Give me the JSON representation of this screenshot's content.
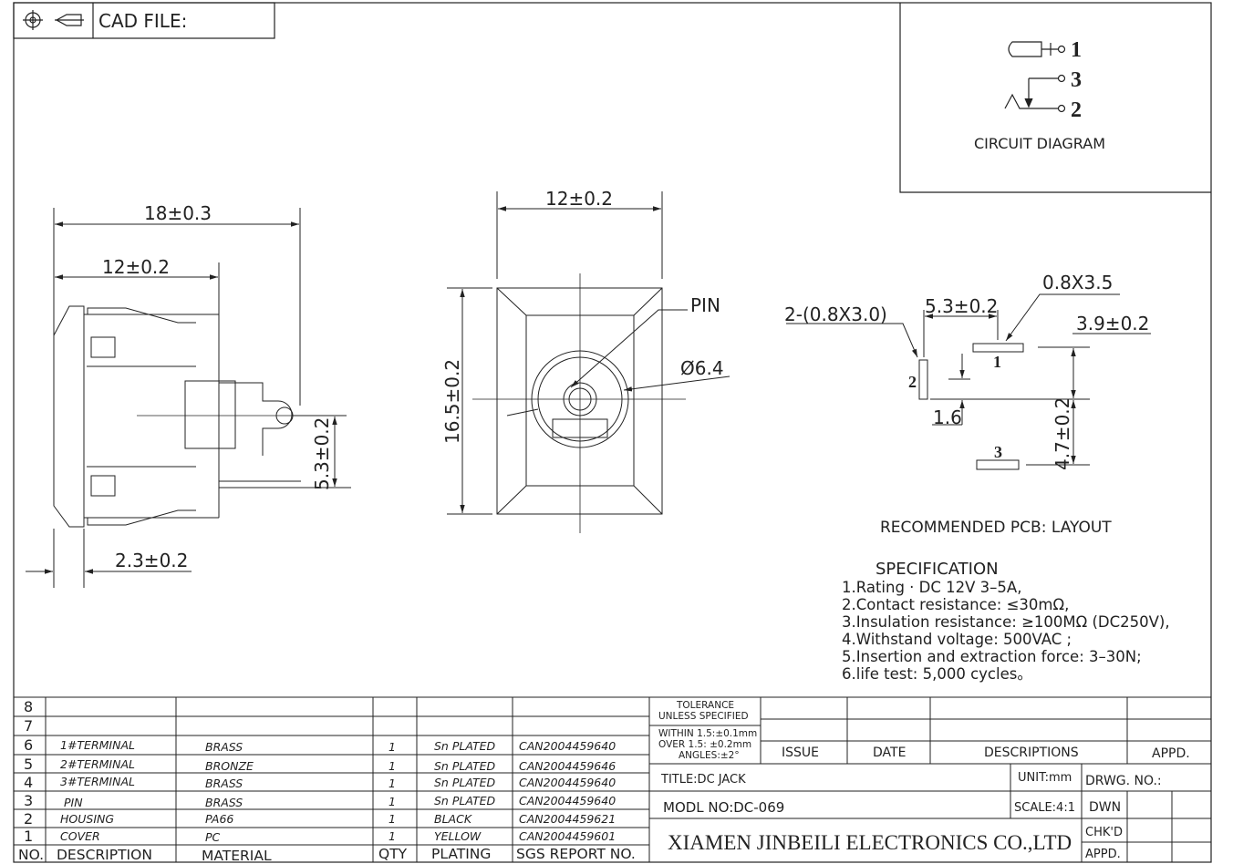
{
  "header": {
    "cad_file_label": "CAD FILE:"
  },
  "circuit": {
    "pin1": "1",
    "pin3": "3",
    "pin2": "2",
    "title": "CIRCUIT DIAGRAM"
  },
  "side_view": {
    "dim_overall": "18±0.3",
    "dim_body": "12±0.2",
    "dim_pin_height": "5.3±0.2",
    "dim_flange": "2.3±0.2"
  },
  "front_view": {
    "dim_width": "12±0.2",
    "dim_height": "16.5±0.2",
    "pin_label": "PIN",
    "dia_label": "Ø6.4"
  },
  "pcb": {
    "slot_pair_label": "2-(0.8X3.0)",
    "slot_label": "0.8X3.5",
    "dim_h_spacing": "5.3±0.2",
    "dim_top_offset": "3.9±0.2",
    "dim_small": "1.6",
    "dim_v_spacing": "4.7±0.2",
    "pad1": "1",
    "pad2": "2",
    "pad3": "3",
    "title": "RECOMMENDED PCB: LAYOUT"
  },
  "spec": {
    "title": "SPECIFICATION",
    "lines": [
      "1.Rating · DC 12V 3–5A,",
      "2.Contact resistance: ≤30mΩ,",
      "3.Insulation resistance: ≥100MΩ (DC250V),",
      "4.Withstand voltage: 500VAC ;",
      "5.Insertion and extraction force: 3–30N;",
      "6.life test: 5,000 cycles。"
    ]
  },
  "bom": {
    "headers": [
      "NO.",
      "DESCRIPTION",
      "MATERIAL",
      "QTY",
      "PLATING",
      "SGS REPORT NO."
    ],
    "rows": [
      {
        "no": "8",
        "desc": "",
        "mat": "",
        "qty": "",
        "plating": "",
        "sgs": ""
      },
      {
        "no": "7",
        "desc": "",
        "mat": "",
        "qty": "",
        "plating": "",
        "sgs": ""
      },
      {
        "no": "6",
        "desc": "1#TERMINAL",
        "mat": "BRASS",
        "qty": "1",
        "plating": "Sn PLATED",
        "sgs": "CAN2004459640"
      },
      {
        "no": "5",
        "desc": "2#TERMINAL",
        "mat": "BRONZE",
        "qty": "1",
        "plating": "Sn PLATED",
        "sgs": "CAN2004459646"
      },
      {
        "no": "4",
        "desc": "3#TERMINAL",
        "mat": "BRASS",
        "qty": "1",
        "plating": "Sn PLATED",
        "sgs": "CAN2004459640"
      },
      {
        "no": "3",
        "desc": "PIN",
        "mat": "BRASS",
        "qty": "1",
        "plating": "Sn PLATED",
        "sgs": "CAN2004459640"
      },
      {
        "no": "2",
        "desc": "HOUSING",
        "mat": "PA66",
        "qty": "1",
        "plating": "BLACK",
        "sgs": "CAN2004459621"
      },
      {
        "no": "1",
        "desc": "COVER",
        "mat": "PC",
        "qty": "1",
        "plating": "YELLOW",
        "sgs": "CAN2004459601"
      }
    ]
  },
  "title_block": {
    "tolerance": [
      "TOLERANCE",
      "UNLESS SPECIFIED"
    ],
    "within": "WITHIN 1.5:±0.1mm",
    "over": "OVER 1.5: ±0.2mm",
    "angles": "ANGLES:±2°",
    "issue": "ISSUE",
    "date": "DATE",
    "descriptions": "DESCRIPTIONS",
    "appd": "APPD.",
    "title": "TITLE:DC JACK",
    "unit": "UNIT:mm",
    "drwg_no": "DRWG. NO.:",
    "model": "MODL NO:DC-069",
    "scale": "SCALE:4:1",
    "dwn": "DWN",
    "company": "XIAMEN JINBEILI ELECTRONICS CO.,LTD",
    "chkd": "CHK'D",
    "appd2": "APPD."
  }
}
